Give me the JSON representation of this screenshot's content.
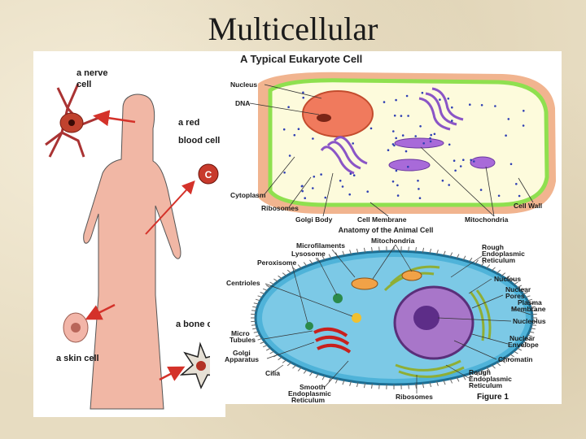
{
  "slide": {
    "title": "Multicellular"
  },
  "body_panel": {
    "labels": {
      "nerve": "a nerve\ncell",
      "red_blood": "a red\nblood cell",
      "skin": "a skin cell",
      "bone": "a bone cell"
    }
  },
  "eukaryote_panel": {
    "title": "A Typical Eukaryote Cell",
    "labels": {
      "nucleus": "Nucleus",
      "dna": "DNA",
      "cytoplasm": "Cytoplasm",
      "ribosomes": "Ribosomes",
      "golgi": "Golgi Body",
      "membrane": "Cell Membrane",
      "mitochondria": "Mitochondria",
      "wall": "Cell Wall"
    }
  },
  "animal_panel": {
    "title": "Anatomy of the Animal Cell",
    "figure": "Figure 1",
    "labels": {
      "microfilaments": "Microfilaments",
      "mitochondria": "Mitochondria",
      "lysosome": "Lysosome",
      "peroxisome": "Peroxisome",
      "rough_er": "Rough\nEndoplasmic\nReticulum",
      "nucleus": "Nucleus",
      "centrioles": "Centrioles",
      "nuclear_pores": "Nuclear\nPores",
      "plasma_membrane": "Plasma\nMembrane",
      "nucleolus": "Nucleolus",
      "micro_tubules": "Micro\nTubules",
      "nuclear_envelope": "Nuclear\nEnvelope",
      "golgi": "Golgi\nApparatus",
      "chromatin": "Chromatin",
      "cilia": "Cilia",
      "rough_er2": "Rough\nEndoplasmic\nReticulum",
      "smooth_er": "Smooth\nEndoplasmic\nReticulum",
      "ribosomes": "Ribosomes"
    }
  },
  "colors": {
    "body": "#f1b7a5",
    "arrow": "#d4322a",
    "cell_wall": "#f1b48f",
    "cell_membrane": "#8fe04f",
    "cytoplasm": "#fdfbdc",
    "nucleus": "#f07a5d",
    "golgi": "#8a55c6",
    "animal_cytoplasm": "#4fb3d9"
  }
}
